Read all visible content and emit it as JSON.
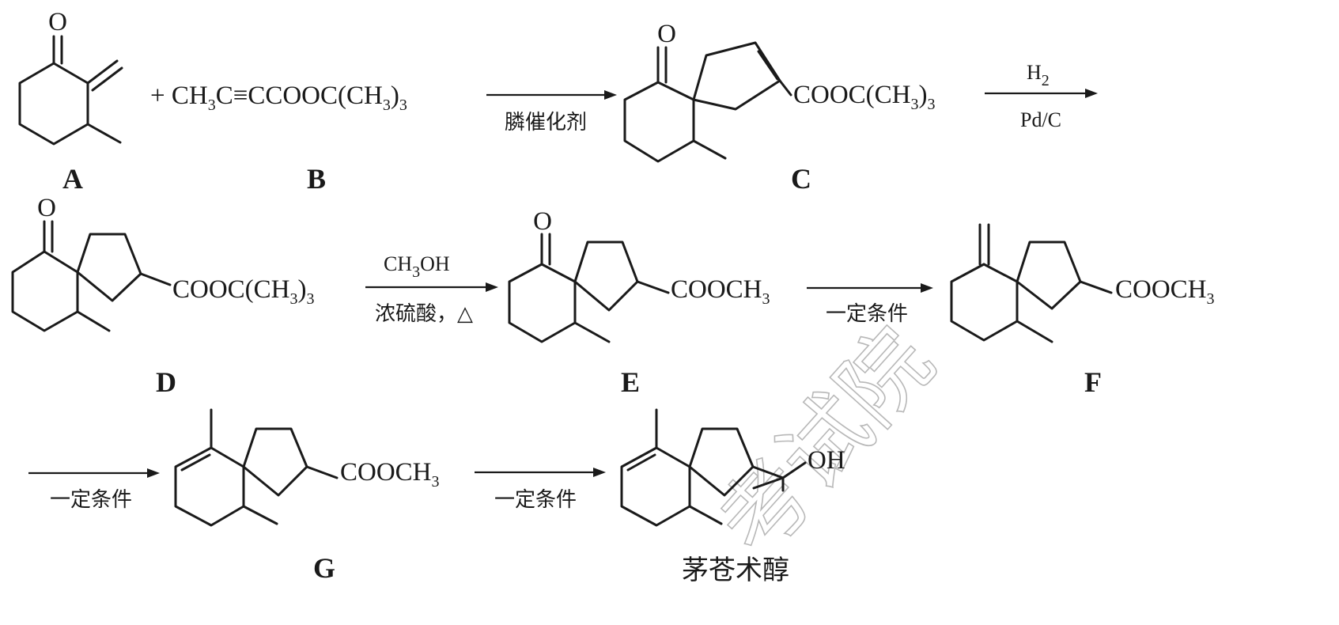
{
  "compounds": {
    "A": {
      "label": "A",
      "atoms": [
        "O"
      ]
    },
    "B": {
      "label": "B",
      "formula": [
        {
          "t": "+ CH"
        },
        {
          "t": "3",
          "sub": true
        },
        {
          "t": "C≡CCOOC(CH"
        },
        {
          "t": "3",
          "sub": true
        },
        {
          "t": ")"
        },
        {
          "t": "3",
          "sub": true
        }
      ]
    },
    "C": {
      "label": "C",
      "atoms": [
        "O"
      ],
      "group": [
        {
          "t": "COOC(CH"
        },
        {
          "t": "3",
          "sub": true
        },
        {
          "t": ")"
        },
        {
          "t": "3",
          "sub": true
        }
      ]
    },
    "D": {
      "label": "D",
      "atoms": [
        "O"
      ],
      "group": [
        {
          "t": "COOC(CH"
        },
        {
          "t": "3",
          "sub": true
        },
        {
          "t": ")"
        },
        {
          "t": "3",
          "sub": true
        }
      ]
    },
    "E": {
      "label": "E",
      "atoms": [
        "O"
      ],
      "group": [
        {
          "t": "COOCH"
        },
        {
          "t": "3",
          "sub": true
        }
      ]
    },
    "F": {
      "label": "F",
      "group": [
        {
          "t": "COOCH"
        },
        {
          "t": "3",
          "sub": true
        }
      ]
    },
    "G": {
      "label": "G",
      "group": [
        {
          "t": "COOCH"
        },
        {
          "t": "3",
          "sub": true
        }
      ]
    },
    "product": {
      "name": "茅苍术醇",
      "group": "OH"
    }
  },
  "arrows": {
    "a1": {
      "above": "",
      "below": "膦催化剂"
    },
    "a2": {
      "above": [
        {
          "t": "H"
        },
        {
          "t": "2",
          "sub": true
        }
      ],
      "below": "Pd/C"
    },
    "a3": {
      "above": [
        {
          "t": "CH"
        },
        {
          "t": "3",
          "sub": true
        },
        {
          "t": "OH"
        }
      ],
      "below": "浓硫酸，△"
    },
    "a4": {
      "above": "",
      "below": "一定条件"
    },
    "a5": {
      "above": "",
      "below": "一定条件"
    },
    "a6": {
      "above": "",
      "below": "一定条件"
    }
  },
  "watermark": "考试院",
  "colors": {
    "ink": "#1a1a1a",
    "watermark": "#b8b8b8",
    "background": "#ffffff"
  }
}
